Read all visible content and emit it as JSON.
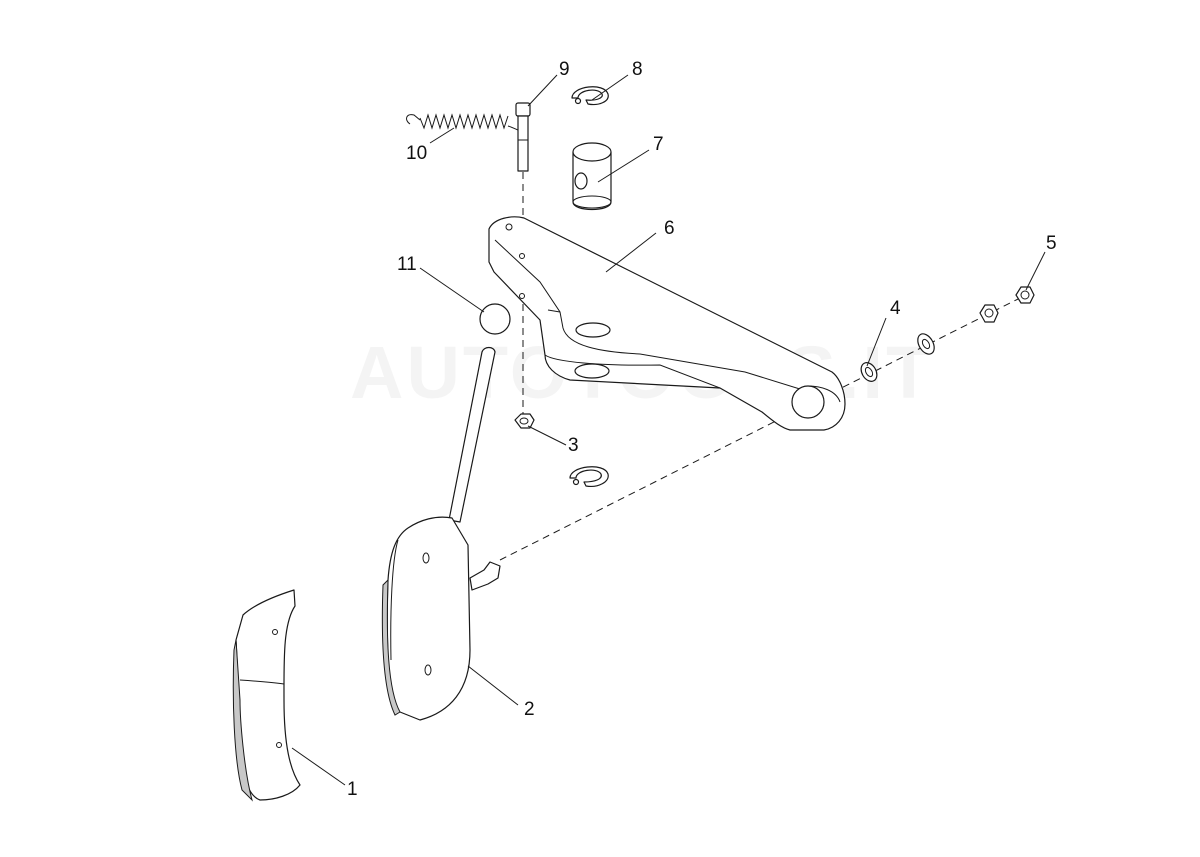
{
  "watermark": "AUTOTOOLS.IT",
  "callouts": [
    {
      "id": "1",
      "label": "1",
      "part": "pedal-rubber-pad"
    },
    {
      "id": "2",
      "label": "2",
      "part": "pedal-plate"
    },
    {
      "id": "3",
      "label": "3",
      "part": "nut"
    },
    {
      "id": "4",
      "label": "4",
      "part": "washer"
    },
    {
      "id": "5",
      "label": "5",
      "part": "lock-nut"
    },
    {
      "id": "6",
      "label": "6",
      "part": "pedal-arm"
    },
    {
      "id": "7",
      "label": "7",
      "part": "bushing"
    },
    {
      "id": "8",
      "label": "8",
      "part": "circlip"
    },
    {
      "id": "9",
      "label": "9",
      "part": "bolt"
    },
    {
      "id": "10",
      "label": "10",
      "part": "return-spring"
    },
    {
      "id": "11",
      "label": "11",
      "part": "ball-knob"
    }
  ]
}
